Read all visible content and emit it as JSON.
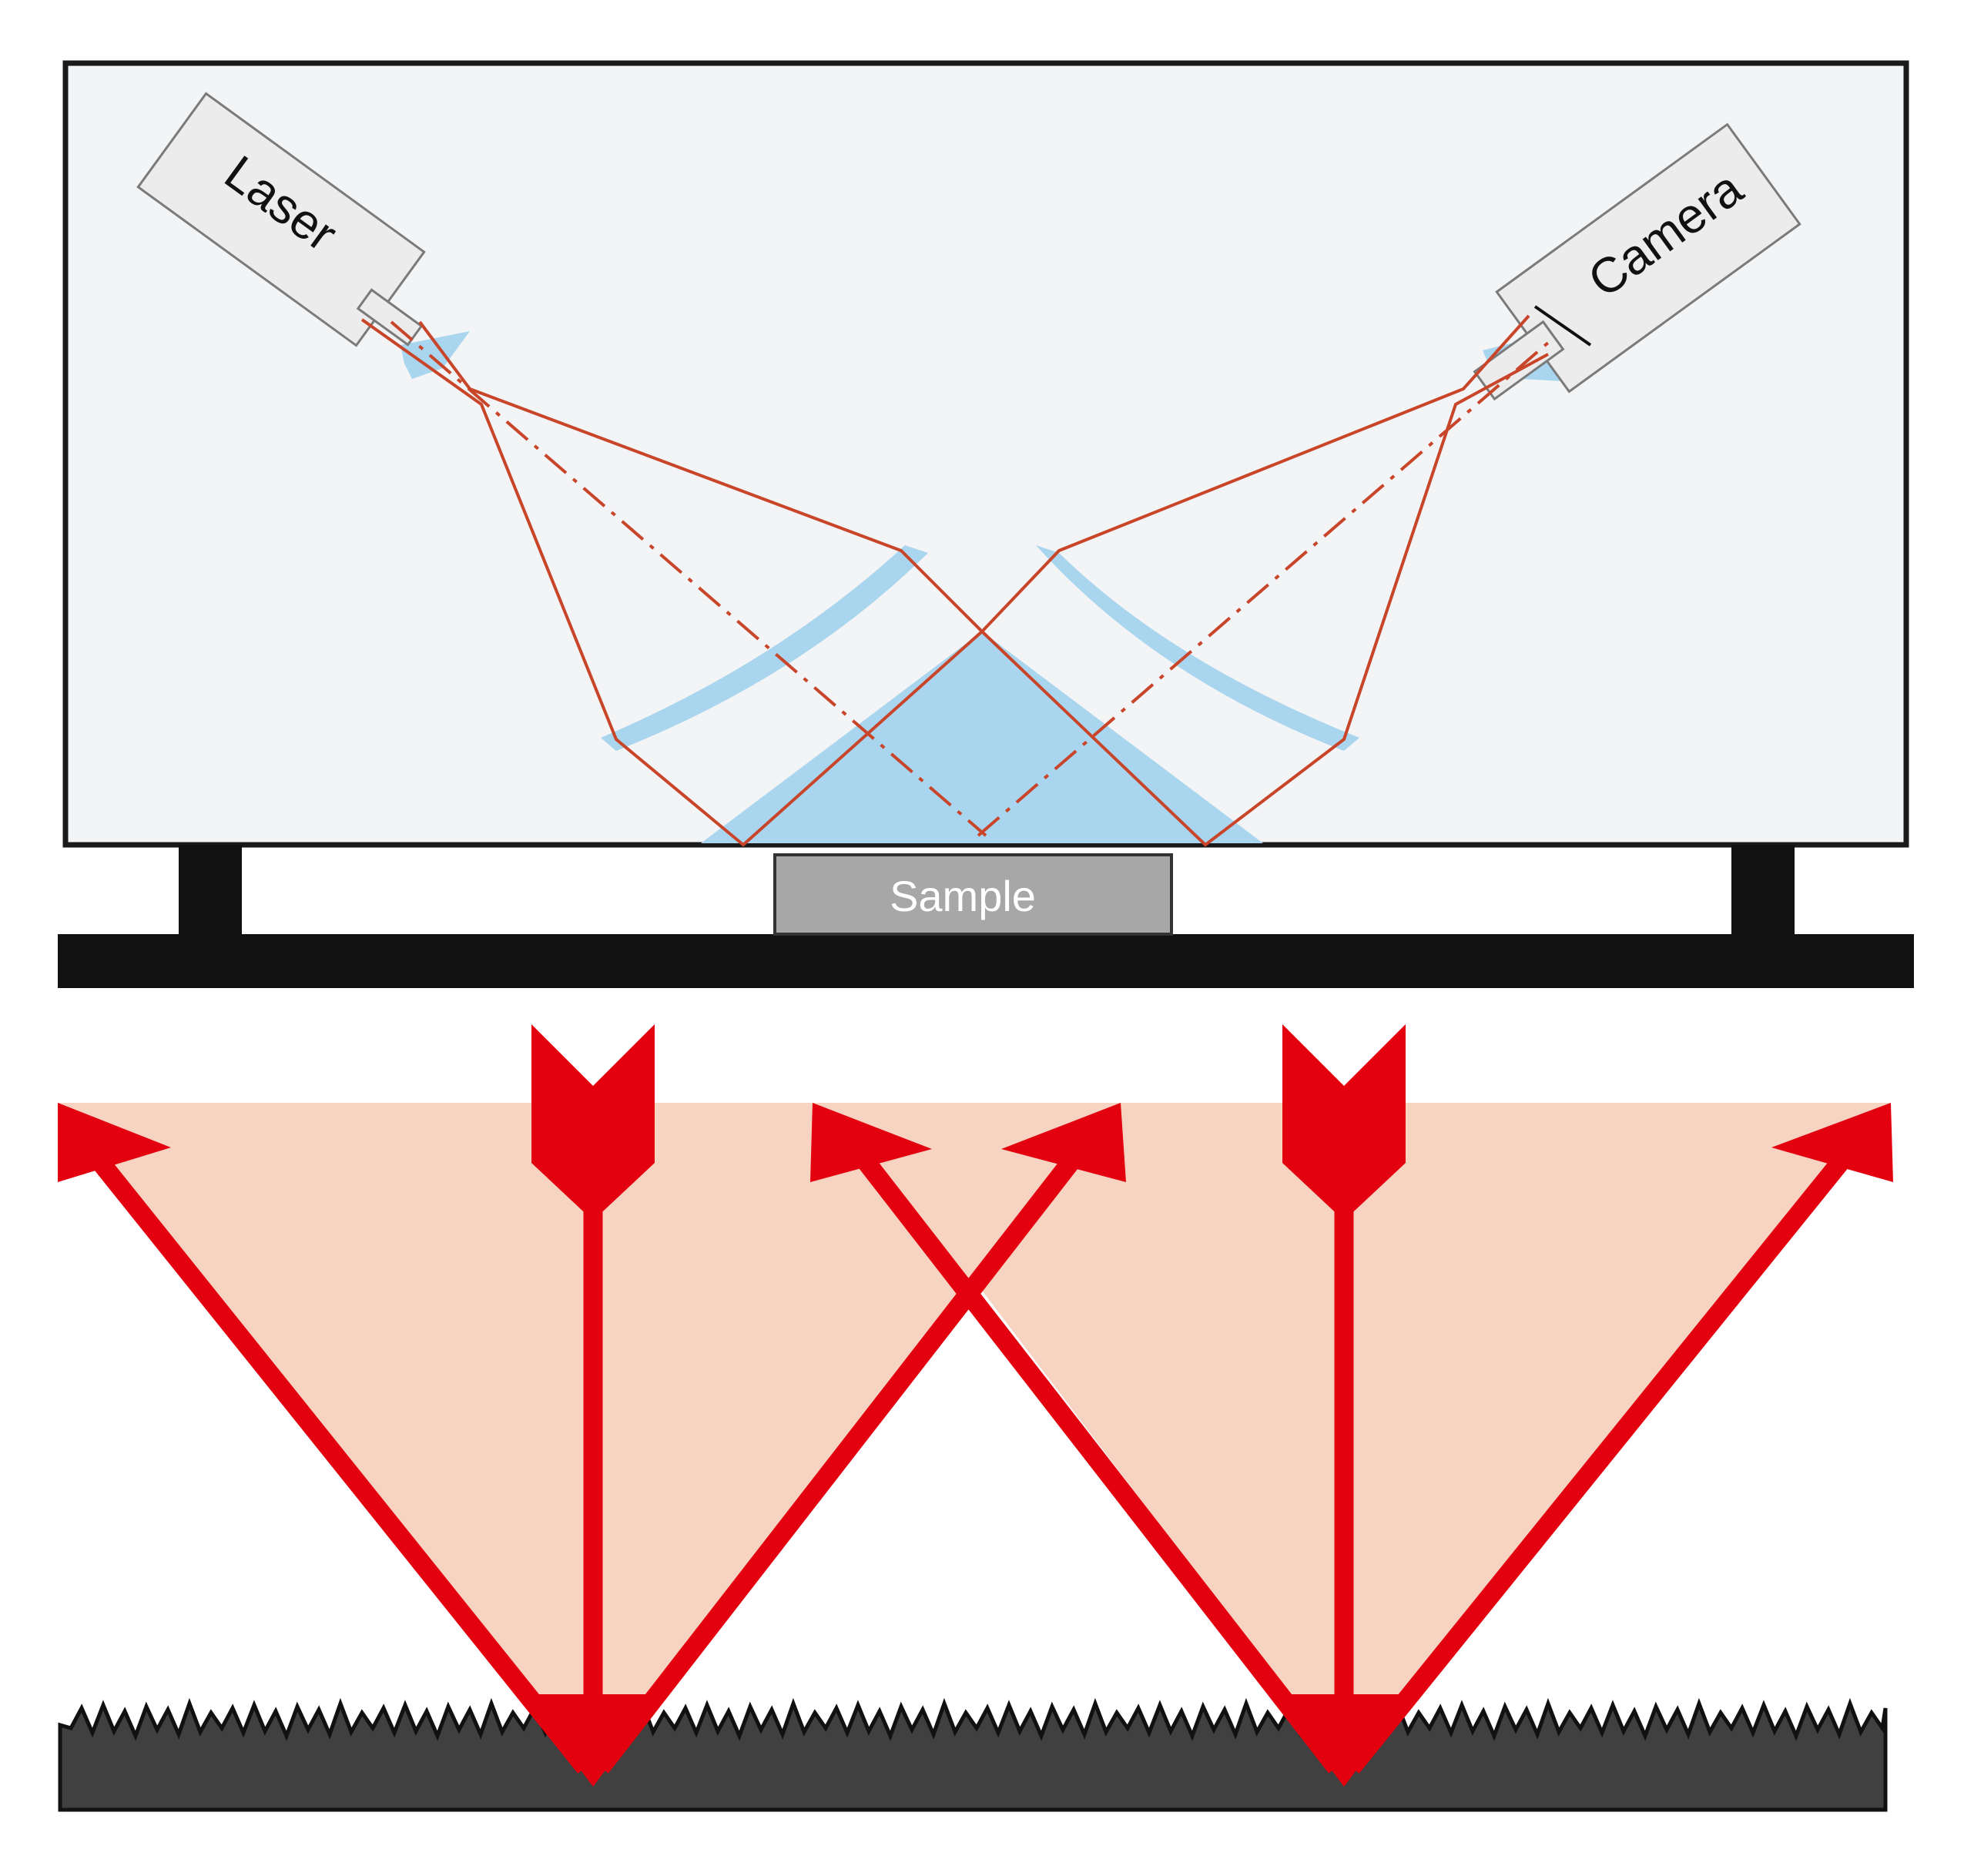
{
  "labels": {
    "laser": "Laser",
    "camera": "Camera",
    "sample": "Sample"
  },
  "colors": {
    "housing_fill": "#f2f4f6",
    "housing_stroke": "#1a1a1a",
    "device_fill": "#ececec",
    "device_stroke": "#7a7a7a",
    "lens": "#a9d5ee",
    "beam_line": "#c8452a",
    "frame": "#111111",
    "sample_fill": "#a7a7a7",
    "sample_text": "#ffffff",
    "reflection_fill": "#f7d3c1",
    "arrow_red": "#e3000f",
    "surface_fill": "#404040",
    "surface_edge": "#111111"
  },
  "icons": {
    "laser": "laser-source-icon",
    "camera": "camera-sensor-icon"
  }
}
